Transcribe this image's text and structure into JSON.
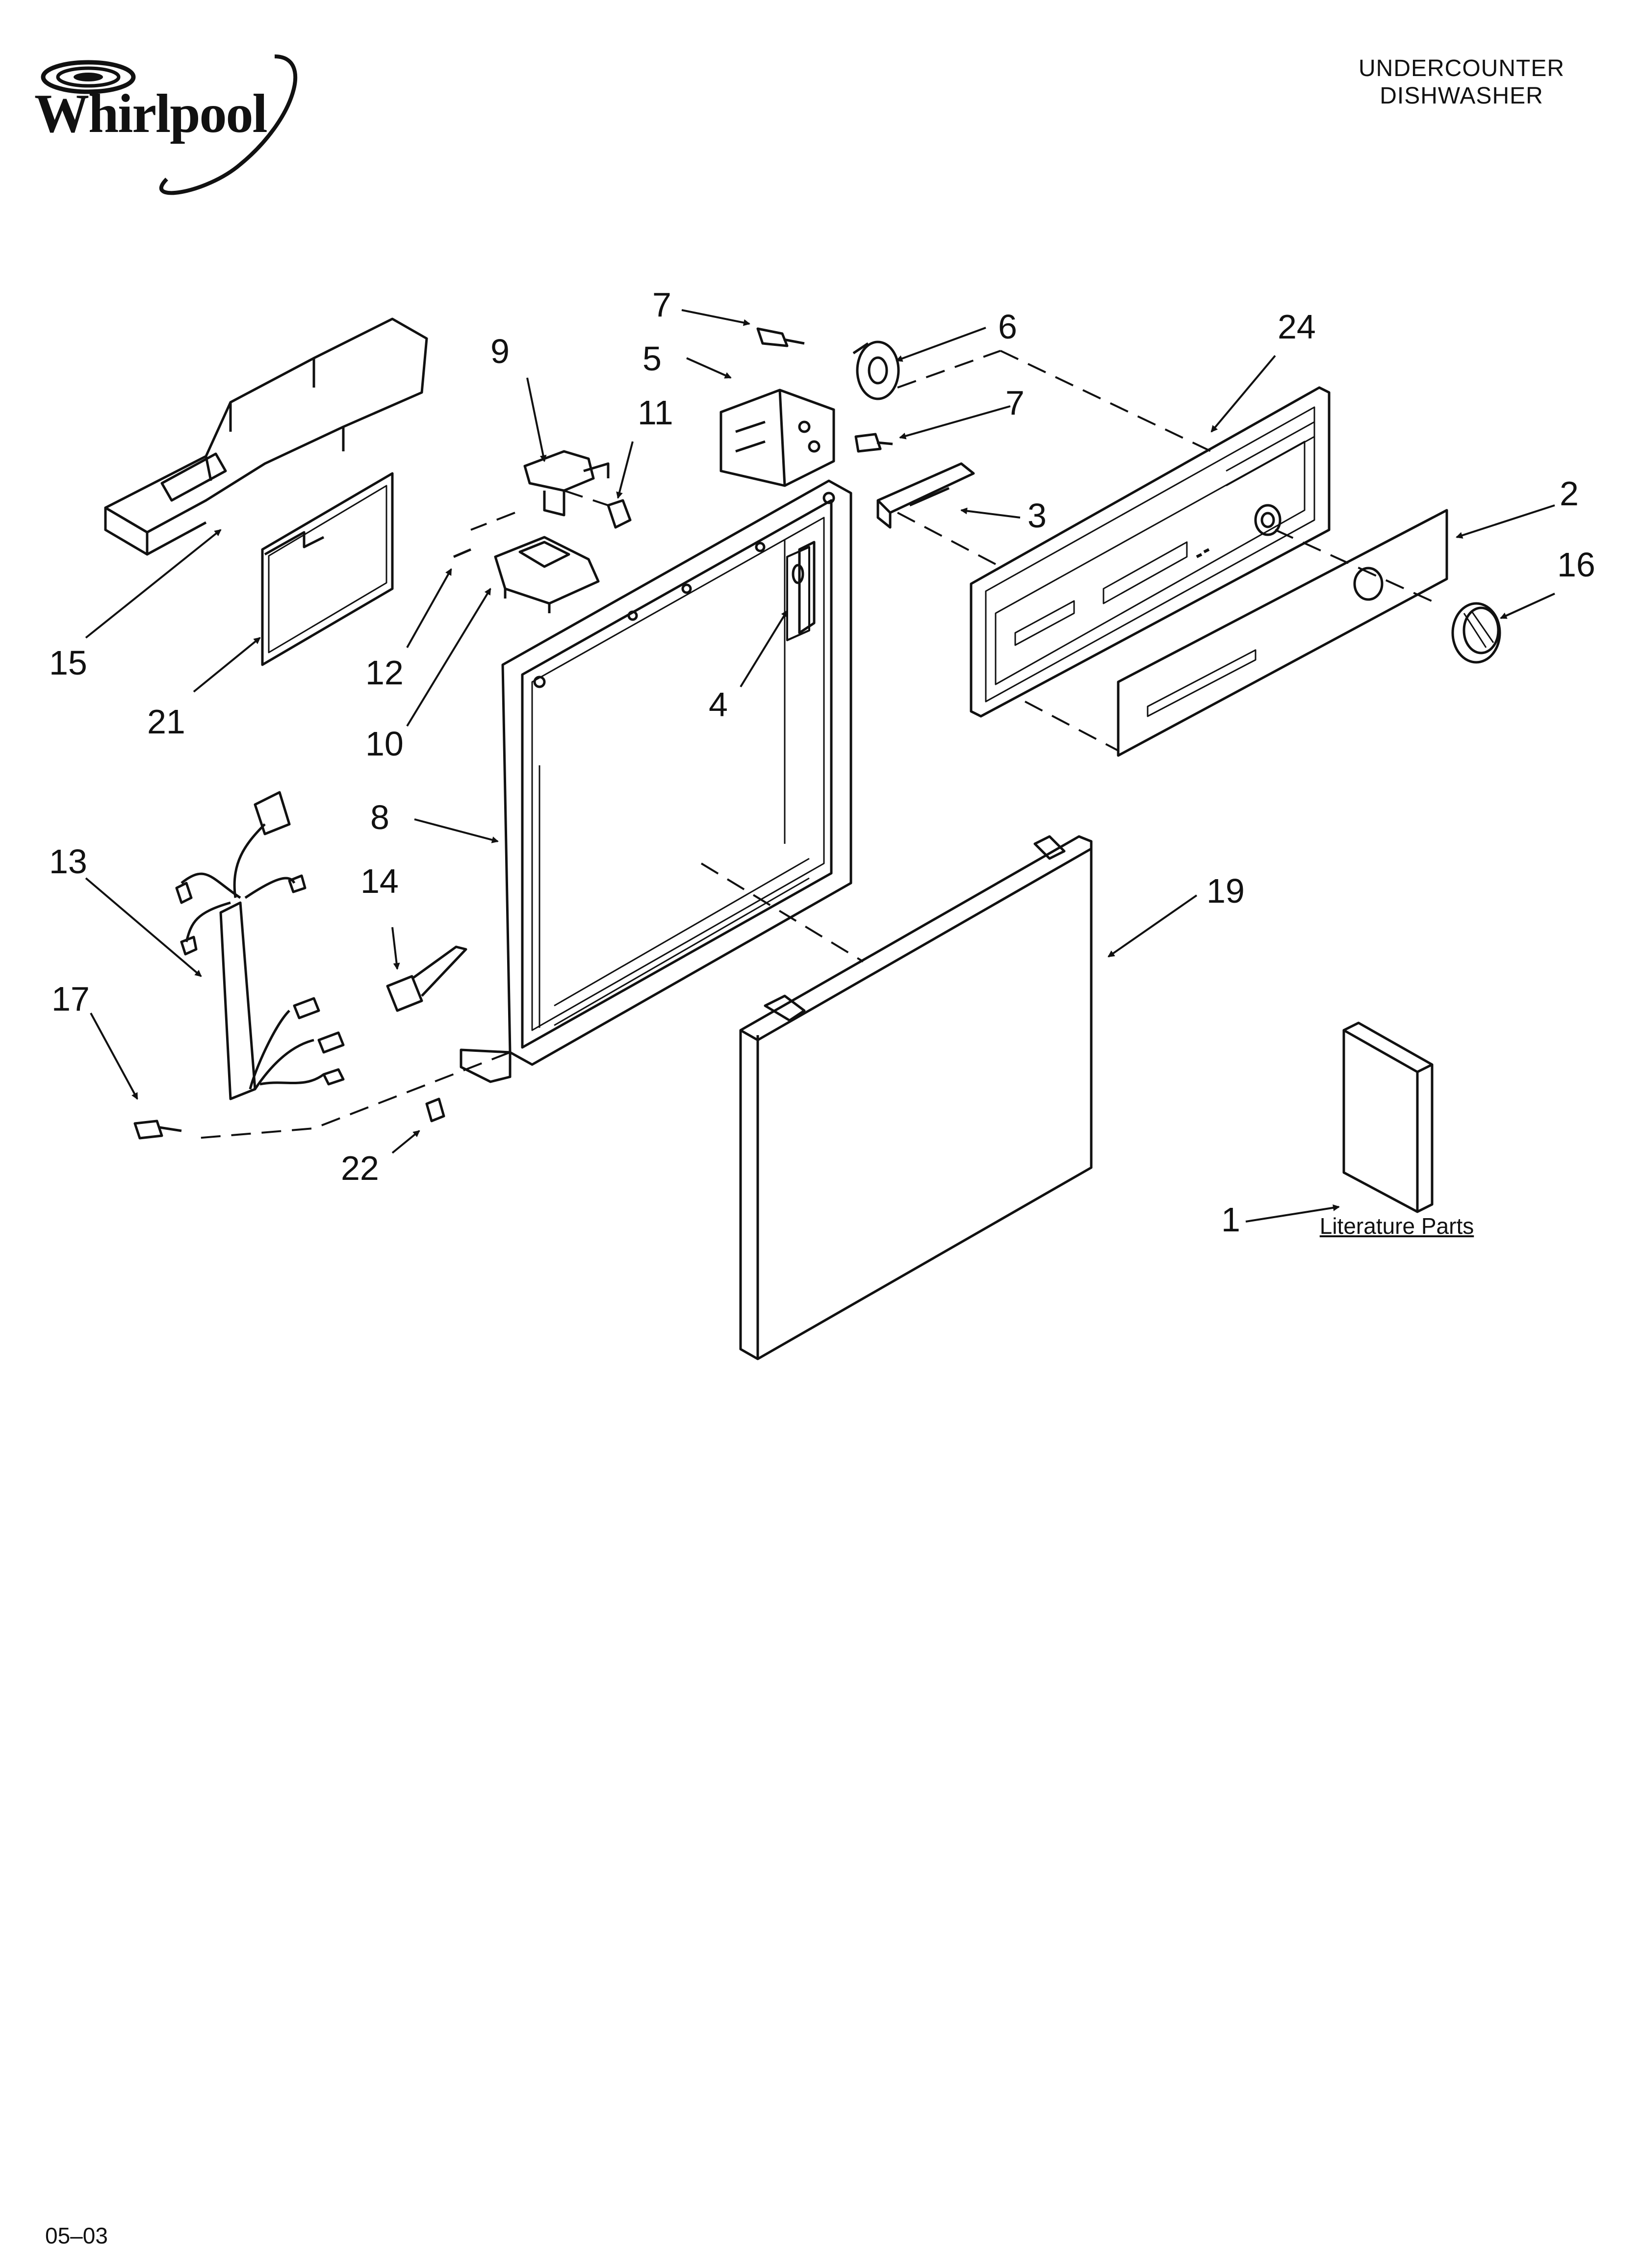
{
  "brand": {
    "logo_text": "Whirlpool"
  },
  "header": {
    "title_line1": "UNDERCOUNTER",
    "title_line2": "DISHWASHER"
  },
  "callouts": [
    "1",
    "2",
    "3",
    "4",
    "5",
    "6",
    "7",
    "7",
    "8",
    "9",
    "10",
    "11",
    "12",
    "13",
    "14",
    "15",
    "16",
    "17",
    "19",
    "21",
    "22",
    "24"
  ],
  "literature": {
    "label": "Literature Parts"
  },
  "footer": {
    "code": "05–03"
  },
  "colors": {
    "ink": "#111111",
    "paper": "#ffffff"
  }
}
